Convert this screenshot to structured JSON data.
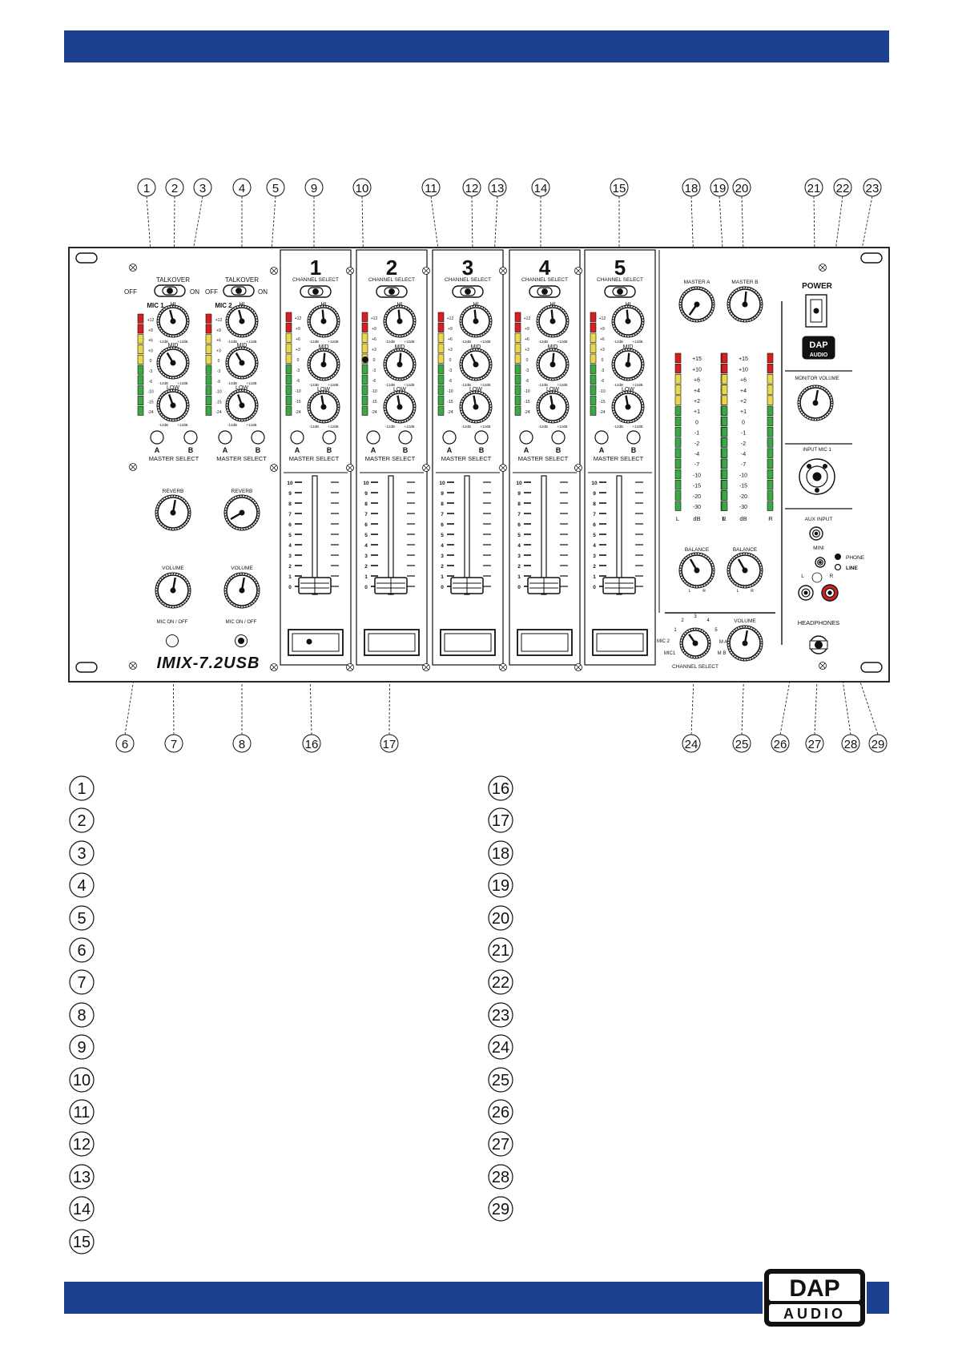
{
  "colors": {
    "band": "#1c3f8e",
    "led_red": "#d42020",
    "led_yellow": "#e8d84a",
    "led_green": "#3aa845",
    "jack_red": "#d42020"
  },
  "callouts_top": [
    "1",
    "2",
    "3",
    "4",
    "5",
    "9",
    "10",
    "11",
    "12",
    "13",
    "14",
    "15",
    "18",
    "19",
    "20",
    "21",
    "22",
    "23"
  ],
  "callouts_bottom": [
    "6",
    "7",
    "8",
    "16",
    "17",
    "24",
    "25",
    "26",
    "27",
    "28",
    "29"
  ],
  "legend": {
    "left": [
      "1",
      "2",
      "3",
      "4",
      "5",
      "6",
      "7",
      "8",
      "9",
      "10",
      "11",
      "12",
      "13",
      "14",
      "15"
    ],
    "right": [
      "16",
      "17",
      "18",
      "19",
      "20",
      "21",
      "22",
      "23",
      "24",
      "25",
      "26",
      "27",
      "28",
      "29"
    ]
  },
  "panel": {
    "model": "IMIX-7.2USB",
    "talkover": "TALKOVER",
    "off": "OFF",
    "on": "ON",
    "mic1": "MIC 1",
    "mic2": "MIC 2",
    "hi": "HI",
    "mid": "MID",
    "low": "LOW",
    "minus12": "-12dB",
    "plus12": "+12dB",
    "a": "A",
    "b": "B",
    "master_select": "MASTER SELECT",
    "channel_select": "CHANNEL SELECT",
    "reverb": "REVERB",
    "volume": "VOLUME",
    "mic_on_off": "MIC ON / OFF",
    "channels": [
      "1",
      "2",
      "3",
      "4",
      "5"
    ],
    "fader_scale": [
      "10",
      "9",
      "8",
      "7",
      "6",
      "5",
      "4",
      "3",
      "2",
      "1",
      "0"
    ],
    "ch_meter_scale": [
      "+12",
      "+9",
      "+6",
      "+3",
      "0",
      "-3",
      "-6",
      "-10",
      "-15",
      "-24"
    ],
    "master_a": "MASTER A",
    "master_b": "MASTER B",
    "master_meter_scale": [
      "+15",
      "+10",
      "+6",
      "+4",
      "+2",
      "+1",
      "0",
      "-1",
      "-2",
      "-4",
      "-7",
      "-10",
      "-15",
      "-20",
      "-30"
    ],
    "l": "L",
    "r": "R",
    "db": "dB",
    "balance": "BALANCE",
    "cs_labels": [
      "1",
      "2",
      "3",
      "4",
      "5",
      "MIC 2",
      "M A",
      "MIC1",
      "M B"
    ],
    "power": "POWER",
    "monitor_volume": "MONITOR VOLUME",
    "input_mic1": "INPUT MIC 1",
    "aux_input": "AUX INPUT",
    "mini": "MINI",
    "phone": "PHONE",
    "line": "LINE",
    "headphones": "HEADPHONES",
    "logo_top": "DAP",
    "logo_bottom": "AUDIO"
  },
  "brand": {
    "logo_top": "DAP",
    "logo_bottom": "AUDIO"
  }
}
